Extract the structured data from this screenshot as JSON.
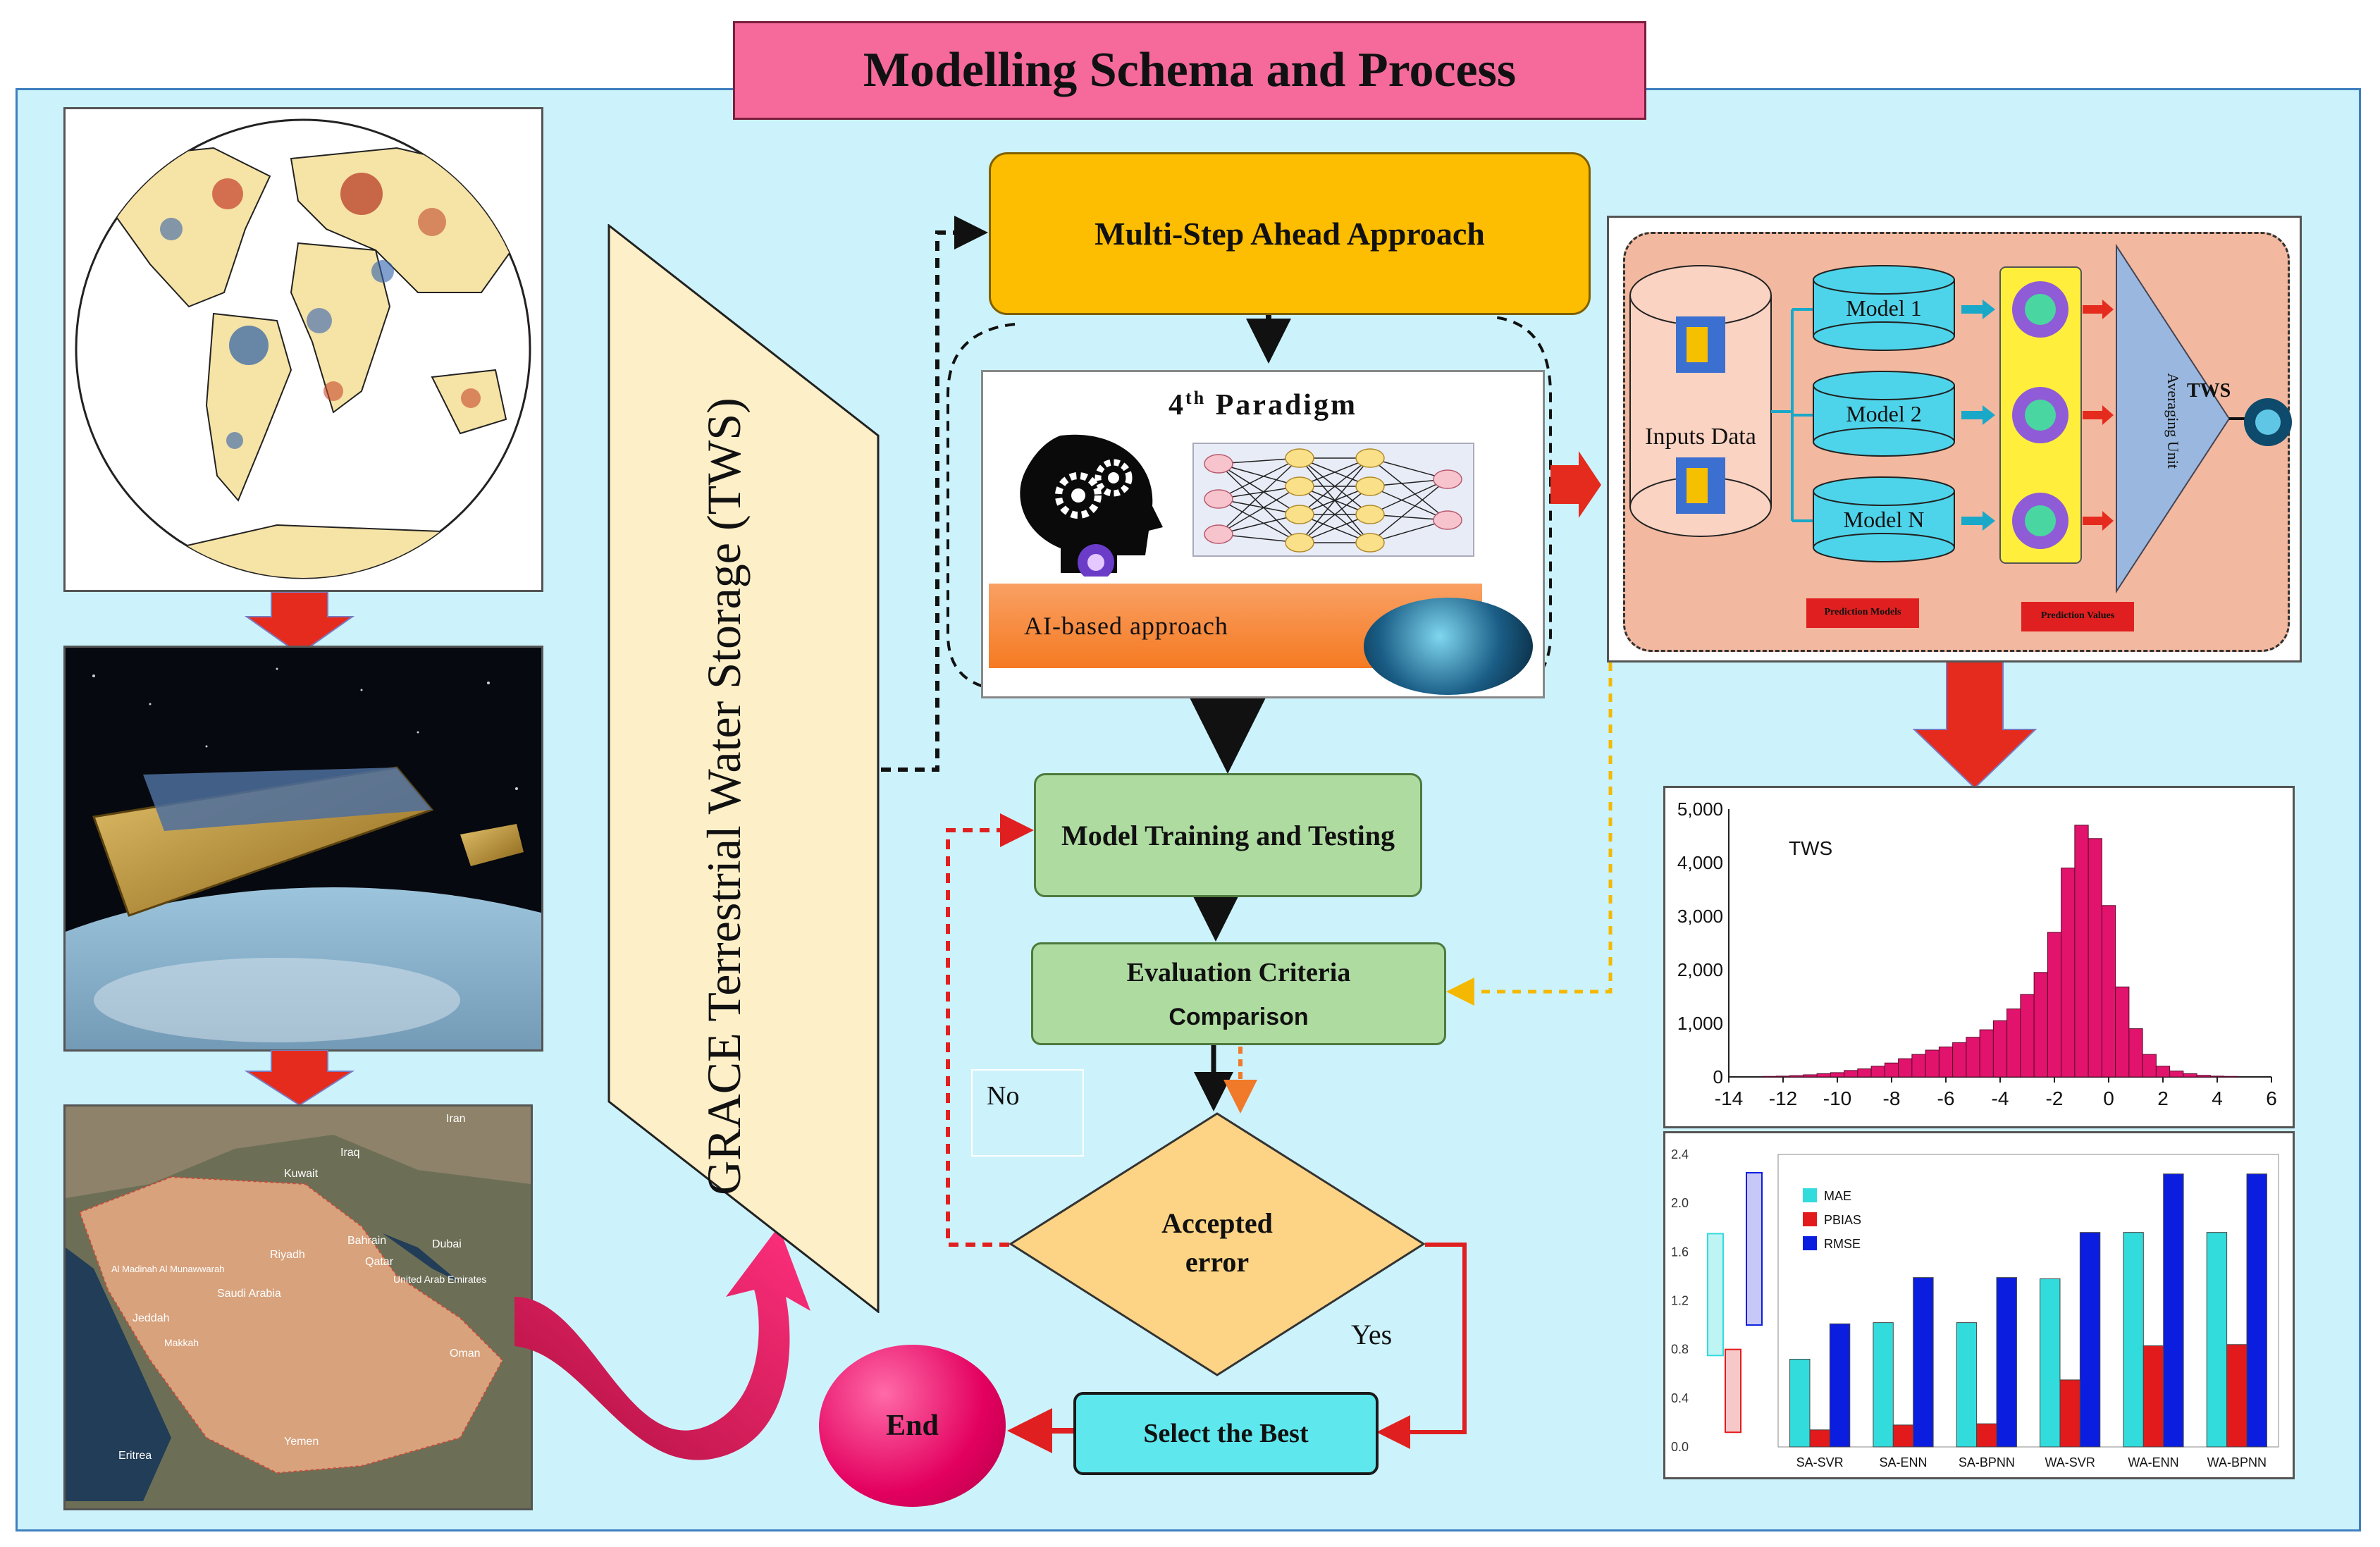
{
  "title": "Modelling Schema and Process",
  "grace_label": "GRACE Terrestrial Water Storage (TWS)",
  "multistep": "Multi-Step Ahead Approach",
  "paradigm": {
    "heading": "4",
    "heading_sup": "th",
    "heading_rest": " Paradigm",
    "ai_label": "AI-based approach"
  },
  "training": "Model Training and Testing",
  "evaluation": {
    "line1": "Evaluation Criteria",
    "line2": "Comparison"
  },
  "decision": "Accepted error",
  "no_label": "No",
  "yes_label": "Yes",
  "select": "Select the Best",
  "end": "End",
  "map_labels": [
    "Iraq",
    "Iran",
    "Kuwait",
    "Bahrain",
    "Qatar",
    "Saudi Arabia",
    "Jeddah",
    "Riyadh",
    "Oman",
    "Yemen",
    "Eritrea",
    "Dubai",
    "United Arab Emirates",
    "Al Madinah Al Munawwarah",
    "Makkah"
  ],
  "ensemble": {
    "inputs": "Inputs Data",
    "models": [
      "Model 1",
      "Model 2",
      "Model N"
    ],
    "averaging": "Averaging Unit",
    "output": "TWS",
    "pred_models": "Prediction Models",
    "pred_values": "Prediction Values"
  },
  "colors": {
    "panel": "#ccf3fb",
    "title_bg": "#f56a9b",
    "multistep": "#fdbd00",
    "green_box": "#aedba0",
    "decision": "#fdd485",
    "select": "#5ee8ee",
    "end": "#e3005f",
    "hist_bar": "#e2136d",
    "mae": "#33dcdc",
    "pbias": "#e31a1c",
    "rmse": "#0b1ee0",
    "arrow_red": "#e52b1e"
  },
  "chart_data": [
    {
      "type": "bar",
      "title": "TWS",
      "x": [
        -12.5,
        -12,
        -11.5,
        -11,
        -10.5,
        -10,
        -9.5,
        -9,
        -8.5,
        -8,
        -7.5,
        -7,
        -6.5,
        -6,
        -5.5,
        -5,
        -4.5,
        -4,
        -3.5,
        -3,
        -2.5,
        -2,
        -1.5,
        -1,
        -0.5,
        0,
        0.5,
        1,
        1.5,
        2,
        2.5,
        3,
        3.5,
        4,
        4.5
      ],
      "values": [
        10,
        15,
        25,
        40,
        60,
        80,
        120,
        150,
        200,
        260,
        340,
        420,
        500,
        560,
        640,
        740,
        880,
        1050,
        1270,
        1540,
        1950,
        2700,
        3900,
        4700,
        4450,
        3200,
        1680,
        900,
        420,
        200,
        110,
        60,
        30,
        15,
        10
      ],
      "xticks": [
        "-14",
        "-12",
        "-10",
        "-8",
        "-6",
        "-4",
        "-2",
        "0",
        "2",
        "4",
        "6"
      ],
      "yticks": [
        "0",
        "1,000",
        "2,000",
        "3,000",
        "4,000",
        "5,000"
      ],
      "xlim": [
        -14,
        6
      ],
      "ylim": [
        0,
        5000
      ]
    },
    {
      "type": "bar",
      "categories": [
        "SA-SVR",
        "SA-ENN",
        "SA-BPNN",
        "WA-SVR",
        "WA-ENN",
        "WA-BPNN"
      ],
      "series": [
        {
          "name": "MAE",
          "values": [
            0.72,
            1.02,
            1.02,
            1.38,
            1.76,
            1.76
          ]
        },
        {
          "name": "PBIAS",
          "values": [
            0.14,
            0.18,
            0.19,
            0.55,
            0.83,
            0.84
          ]
        },
        {
          "name": "RMSE",
          "values": [
            1.01,
            1.39,
            1.39,
            1.76,
            2.24,
            2.24
          ]
        }
      ],
      "yticks": [
        "0.0",
        "0.4",
        "0.8",
        "1.2",
        "1.6",
        "2.0",
        "2.4"
      ],
      "ylim": [
        0,
        2.4
      ]
    }
  ]
}
